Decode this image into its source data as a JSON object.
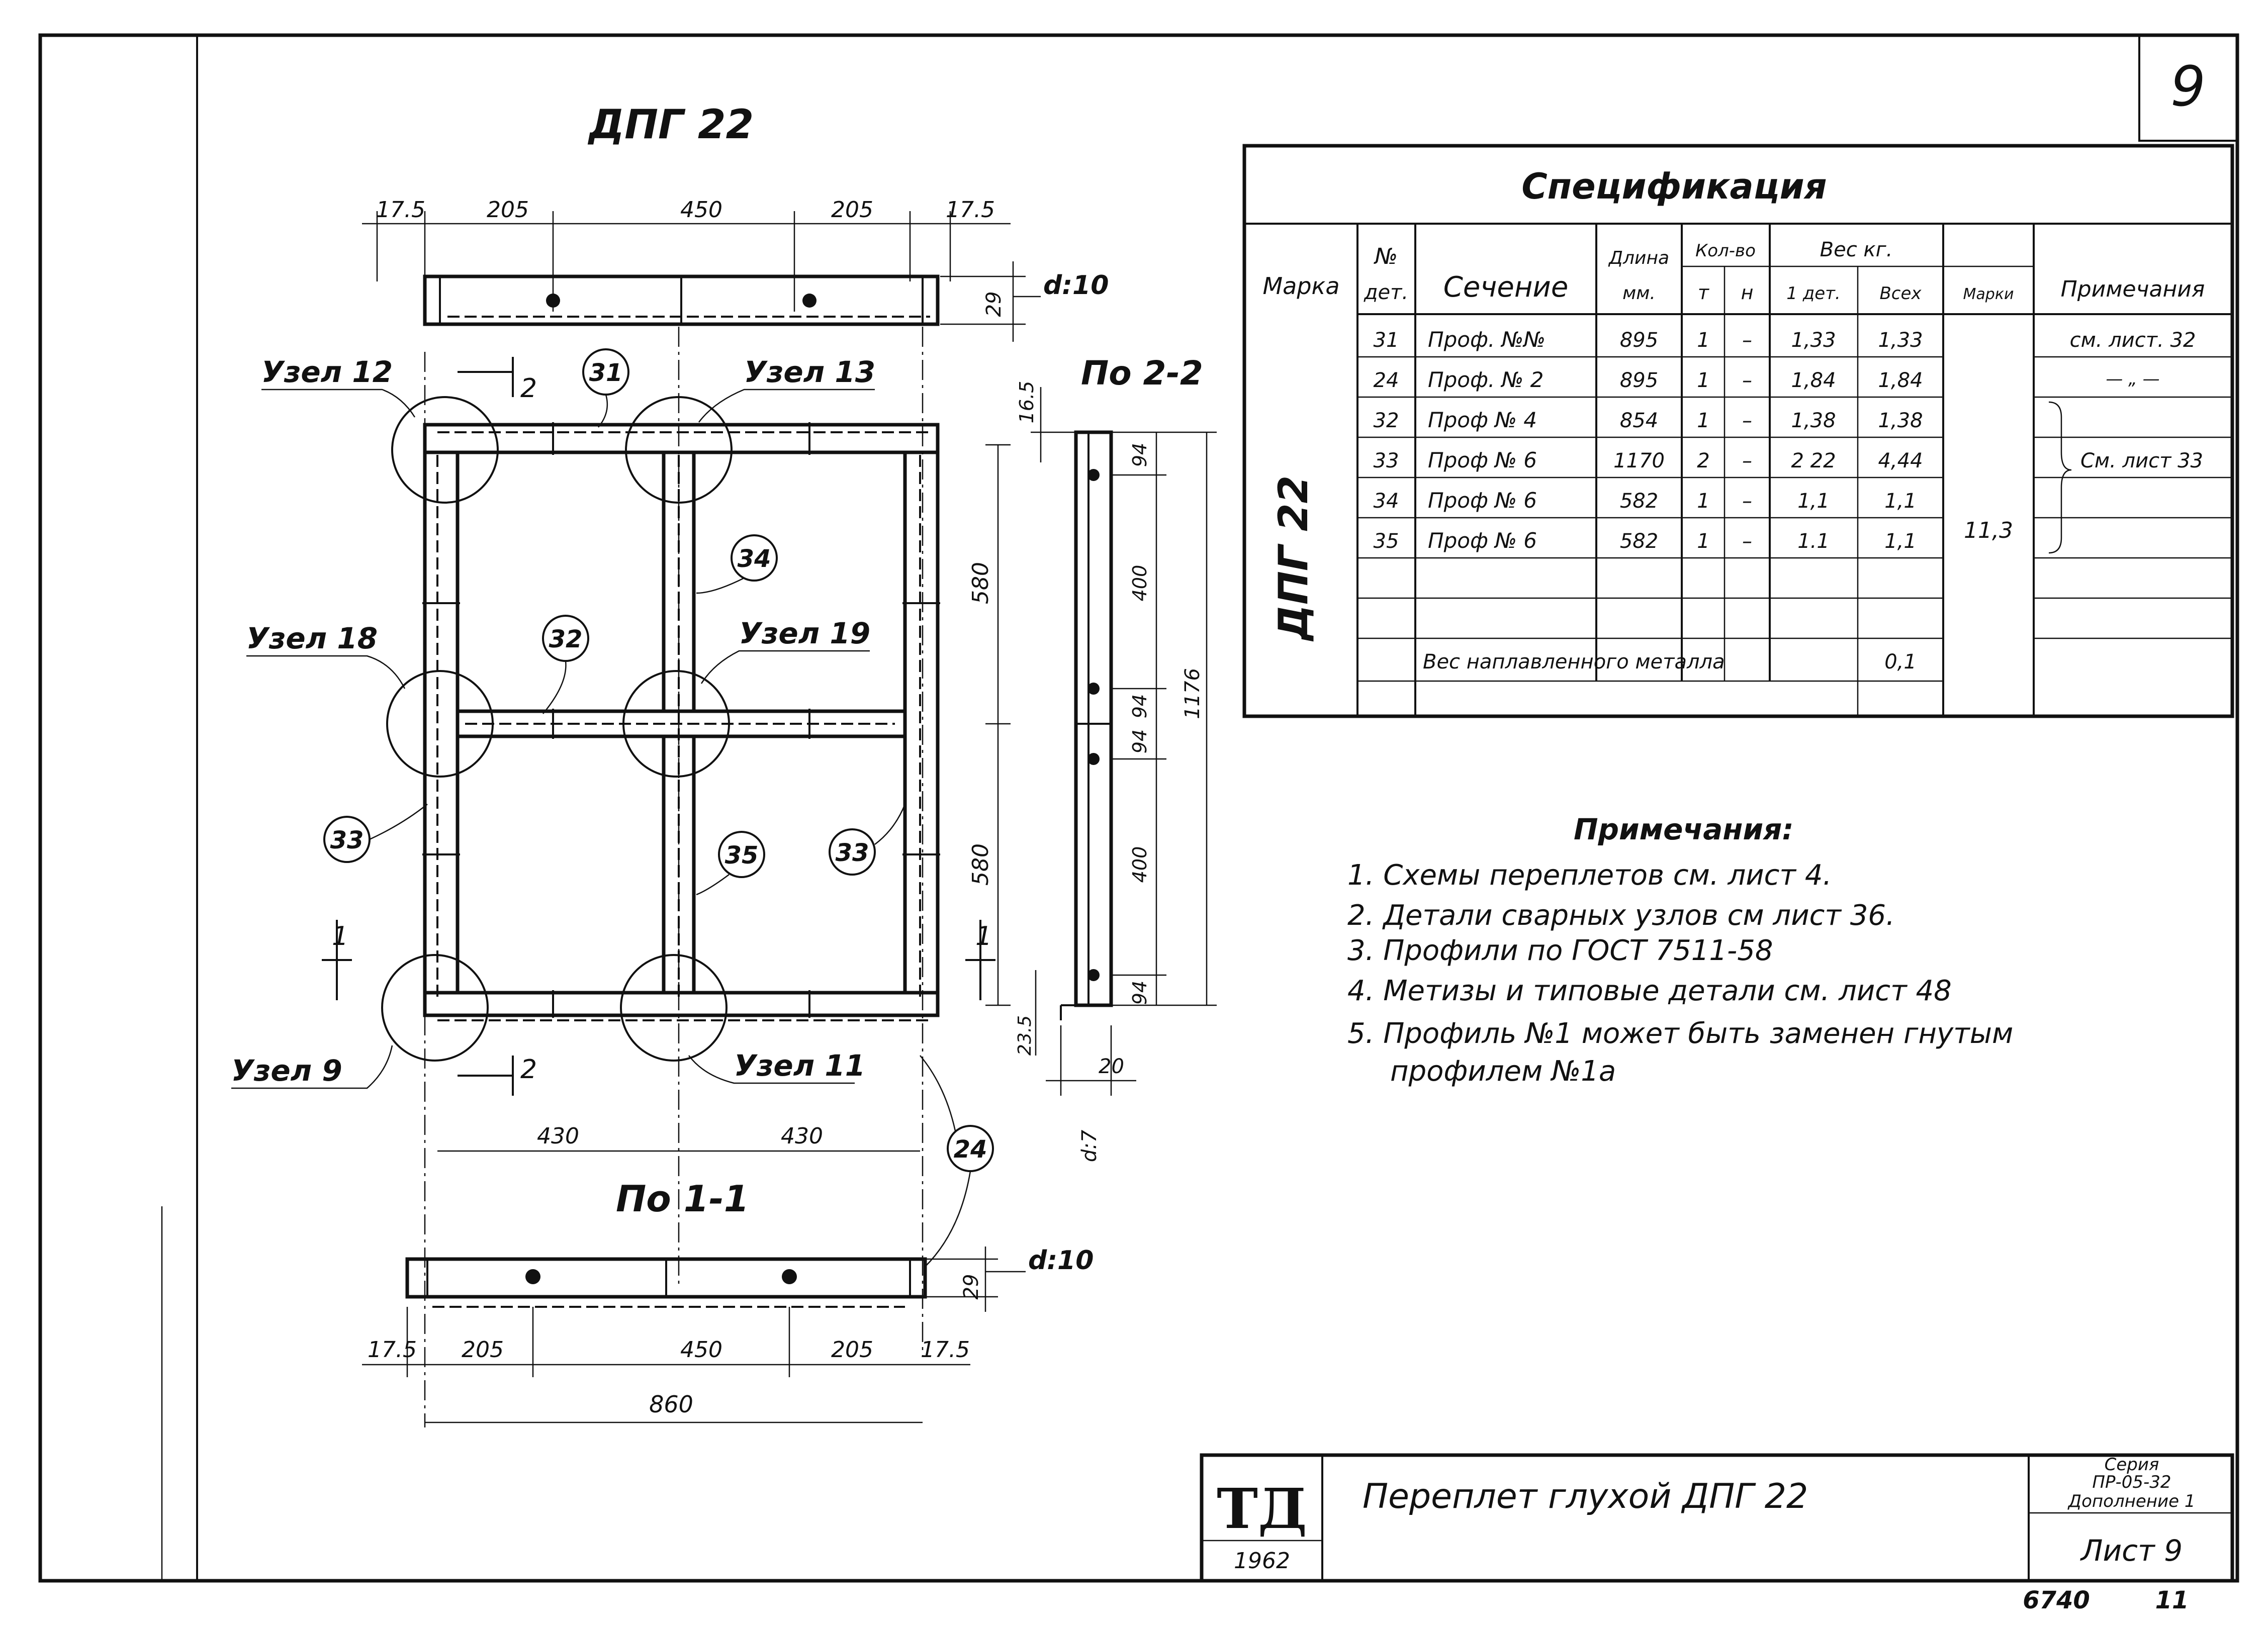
{
  "sheet_number": "9",
  "drawing_title": "ДПГ 22",
  "top_view": {
    "dims": [
      "17.5",
      "205",
      "450",
      "205",
      "17.5"
    ],
    "d_label": "d:10",
    "height_dim": "29"
  },
  "labels": {
    "node12": "Узел 12",
    "node13": "Узел 13",
    "node18": "Узел 18",
    "node19": "Узел 19",
    "node9": "Узел 9",
    "node11": "Узел 11",
    "sec2": "2",
    "sec1": "1"
  },
  "callouts": {
    "c31": "31",
    "c34": "34",
    "c32": "32",
    "c33a": "33",
    "c35": "35",
    "c33b": "33",
    "c24": "24"
  },
  "main_dims": {
    "h_upper": "580",
    "h_lower": "580",
    "w_left": "430",
    "w_right": "430"
  },
  "section_22": {
    "title": "По 2-2",
    "d165": "16.5",
    "d94a": "94",
    "d400a": "400",
    "d94b": "94",
    "d94c": "94",
    "d400b": "400",
    "d94d": "94",
    "total": "1176",
    "d235": "23.5",
    "d20": "20",
    "d7": "d:7"
  },
  "section_11": {
    "title": "По 1-1",
    "d_label": "d:10",
    "height_dim": "29",
    "dims": [
      "17.5",
      "205",
      "450",
      "205",
      "17.5"
    ],
    "overall": "860"
  },
  "spec": {
    "title": "Спецификация",
    "headers": {
      "mark": "Марка",
      "no": "№",
      "det": "дет.",
      "section": "Сечение",
      "length1": "Длина",
      "length2": "мм.",
      "qty": "Кол-во",
      "t": "т",
      "n": "н",
      "weight": "Вес кг.",
      "w1": "1 дет.",
      "wall": "Всех",
      "wmark": "Марки",
      "note": "Примечания"
    },
    "mark_value": "ДПГ 22",
    "rows": [
      {
        "no": "31",
        "section": "Проф. №№",
        "length": "895",
        "t": "1",
        "n": "–",
        "w1": "1,33",
        "wall": "1,33"
      },
      {
        "no": "24",
        "section": "Проф. № 2",
        "length": "895",
        "t": "1",
        "n": "–",
        "w1": "1,84",
        "wall": "1,84"
      },
      {
        "no": "32",
        "section": "Проф № 4",
        "length": "854",
        "t": "1",
        "n": "–",
        "w1": "1,38",
        "wall": "1,38"
      },
      {
        "no": "33",
        "section": "Проф № 6",
        "length": "1170",
        "t": "2",
        "n": "–",
        "w1": "2 22",
        "wall": "4,44"
      },
      {
        "no": "34",
        "section": "Проф № 6",
        "length": "582",
        "t": "1",
        "n": "–",
        "w1": "1,1",
        "wall": "1,1"
      },
      {
        "no": "35",
        "section": "Проф № 6",
        "length": "582",
        "t": "1",
        "n": "–",
        "w1": "1.1",
        "wall": "1,1"
      }
    ],
    "mark_weight": "11,3",
    "note1": "см. лист. 32",
    "note2": "— „ —",
    "note3": "См. лист 33",
    "weld_label": "Вес наплавленного металла",
    "weld_value": "0,1"
  },
  "notes": {
    "title": "Примечания:",
    "items": [
      "1. Схемы переплетов см. лист 4.",
      "2. Детали сварных узлов см лист 36.",
      "3. Профили по ГОСТ 7511-58",
      "4. Метизы и типовые детали см. лист 48",
      "5. Профиль №1 может быть заменен гнутым",
      "профилем №1а"
    ]
  },
  "title_block": {
    "logo": "ТД",
    "year": "1962",
    "name": "Переплет глухой ДПГ 22",
    "series1": "Серия",
    "series2": "ПР-05-32",
    "series3": "Дополнение 1",
    "sheet": "Лист 9",
    "code": "6740",
    "num": "11"
  }
}
